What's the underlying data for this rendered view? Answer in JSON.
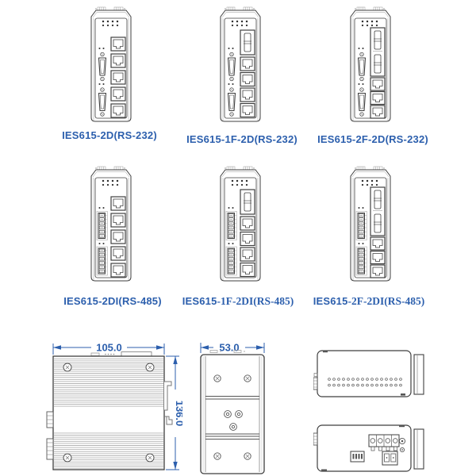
{
  "colors": {
    "accent_blue": "#2c5fad",
    "drawing_line": "#3f3f3f",
    "hatch_gray": "#a8a8a8"
  },
  "products": [
    {
      "label": "IES615-2D(RS-232)",
      "label_prefix": "IES615",
      "label_suffix": "-2D(RS-232)",
      "fiber_ports": 0,
      "rj45_ports": 5,
      "serial_ports": 2,
      "serial_connector": "DB9",
      "serial_standard": "RS-232"
    },
    {
      "label": "IES615-1F-2D(RS-232)",
      "label_prefix": "IES615",
      "label_suffix": "-1F-2D(RS-232)",
      "fiber_ports": 1,
      "rj45_ports": 4,
      "serial_ports": 2,
      "serial_connector": "DB9",
      "serial_standard": "RS-232"
    },
    {
      "label": "IES615-2F-2D(RS-232)",
      "label_prefix": "IES615",
      "label_suffix": "-2F-2D(RS-232)",
      "fiber_ports": 2,
      "rj45_ports": 3,
      "serial_ports": 2,
      "serial_connector": "DB9",
      "serial_standard": "RS-232"
    },
    {
      "label": "IES615-2DI(RS-485)",
      "label_prefix": "IES615",
      "label_suffix": "-2DI(RS-485)",
      "fiber_ports": 0,
      "rj45_ports": 5,
      "serial_ports": 2,
      "serial_connector": "terminal-block",
      "serial_standard": "RS-485"
    },
    {
      "label": "IES615-1F-2DI(RS-485)",
      "label_prefix": "IES615",
      "label_suffix": "-1F-2DI(RS-485)",
      "fiber_ports": 1,
      "rj45_ports": 4,
      "serial_ports": 2,
      "serial_connector": "terminal-block",
      "serial_standard": "RS-485"
    },
    {
      "label": "IES615-2F-2DI(RS-485)",
      "label_prefix": "IES615",
      "label_suffix": "-2F-2DI(RS-485)",
      "fiber_ports": 2,
      "rj45_ports": 3,
      "serial_ports": 2,
      "serial_connector": "terminal-block",
      "serial_standard": "RS-485"
    }
  ],
  "dimensions": {
    "width_mm": "105.0",
    "depth_mm": "53.0",
    "height_mm": "136.0"
  }
}
